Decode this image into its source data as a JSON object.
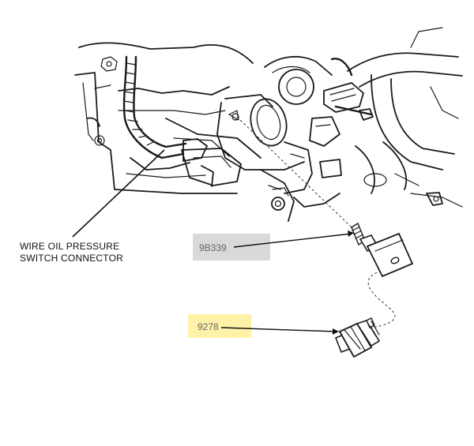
{
  "labels": {
    "connector_line1": "WIRE OIL PRESSURE",
    "connector_line2": "SWITCH CONNECTOR"
  },
  "callouts": [
    {
      "text": "9B339",
      "box_color": "#d9d9d9"
    },
    {
      "text": "9278",
      "box_color": "#fff2a8"
    }
  ],
  "colors": {
    "ink": "#1a1a1a",
    "callout_text": "#666666"
  }
}
